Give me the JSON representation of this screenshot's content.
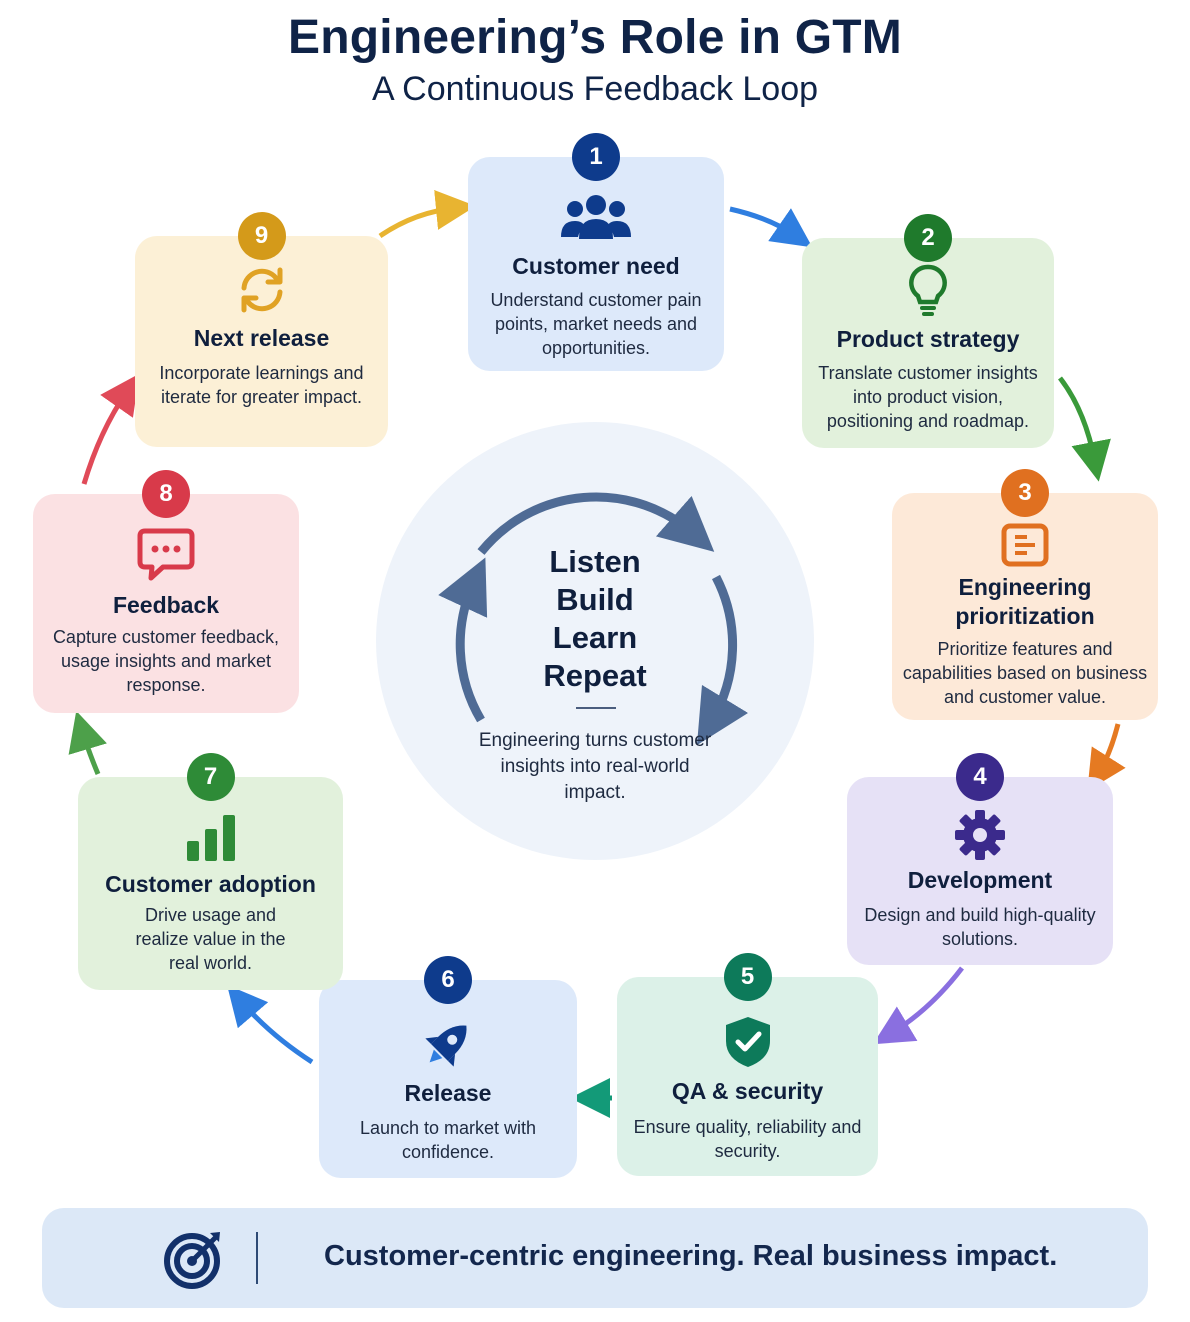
{
  "title": "Engineering’s Role in GTM",
  "subtitle": "A Continuous Feedback Loop",
  "steps": [
    {
      "number": "1",
      "title": "Customer need",
      "description": "Understand customer pain points, market needs and opportunities.",
      "icon": "users-icon",
      "color": "#0e3b8c",
      "bg": "#dde9fa"
    },
    {
      "number": "2",
      "title": "Product strategy",
      "description": "Translate customer insights into product vision, positioning and roadmap.",
      "icon": "lightbulb-icon",
      "color": "#1f7a2c",
      "bg": "#e2f1dc"
    },
    {
      "number": "3",
      "title": "Engineering prioritization",
      "description": "Prioritize features and capabilities based on business and customer value.",
      "icon": "list-icon",
      "color": "#e07020",
      "bg": "#fde9d8"
    },
    {
      "number": "4",
      "title": "Development",
      "description": "Design and build high-quality solutions.",
      "icon": "gear-icon",
      "color": "#3b2a8c",
      "bg": "#e6e1f6"
    },
    {
      "number": "5",
      "title": "QA & security",
      "description": "Ensure quality, reliability and security.",
      "icon": "shield-check-icon",
      "color": "#0d7a5a",
      "bg": "#dcf1e8"
    },
    {
      "number": "6",
      "title": "Release",
      "description": "Launch to market with confidence.",
      "icon": "rocket-icon",
      "color": "#0e3b8c",
      "bg": "#dde9fa"
    },
    {
      "number": "7",
      "title": "Customer adoption",
      "description": "Drive usage and realize value in the real world.",
      "icon": "bar-chart-icon",
      "color": "#2e8b37",
      "bg": "#e2f1dc"
    },
    {
      "number": "8",
      "title": "Feedback",
      "description": "Capture customer feedback, usage insights and market response.",
      "icon": "chat-bubble-icon",
      "color": "#d83a4a",
      "bg": "#fbe1e3"
    },
    {
      "number": "9",
      "title": "Next release",
      "description": "Incorporate learnings and iterate for greater impact.",
      "icon": "refresh-icon",
      "color": "#d49a1a",
      "bg": "#fcf0d6"
    }
  ],
  "center": {
    "words": [
      "Listen",
      "Build",
      "Learn",
      "Repeat"
    ],
    "description": "Engineering turns customer insights into real-world impact."
  },
  "footer": {
    "text": "Customer-centric engineering. Real business impact.",
    "icon": "target-icon"
  }
}
